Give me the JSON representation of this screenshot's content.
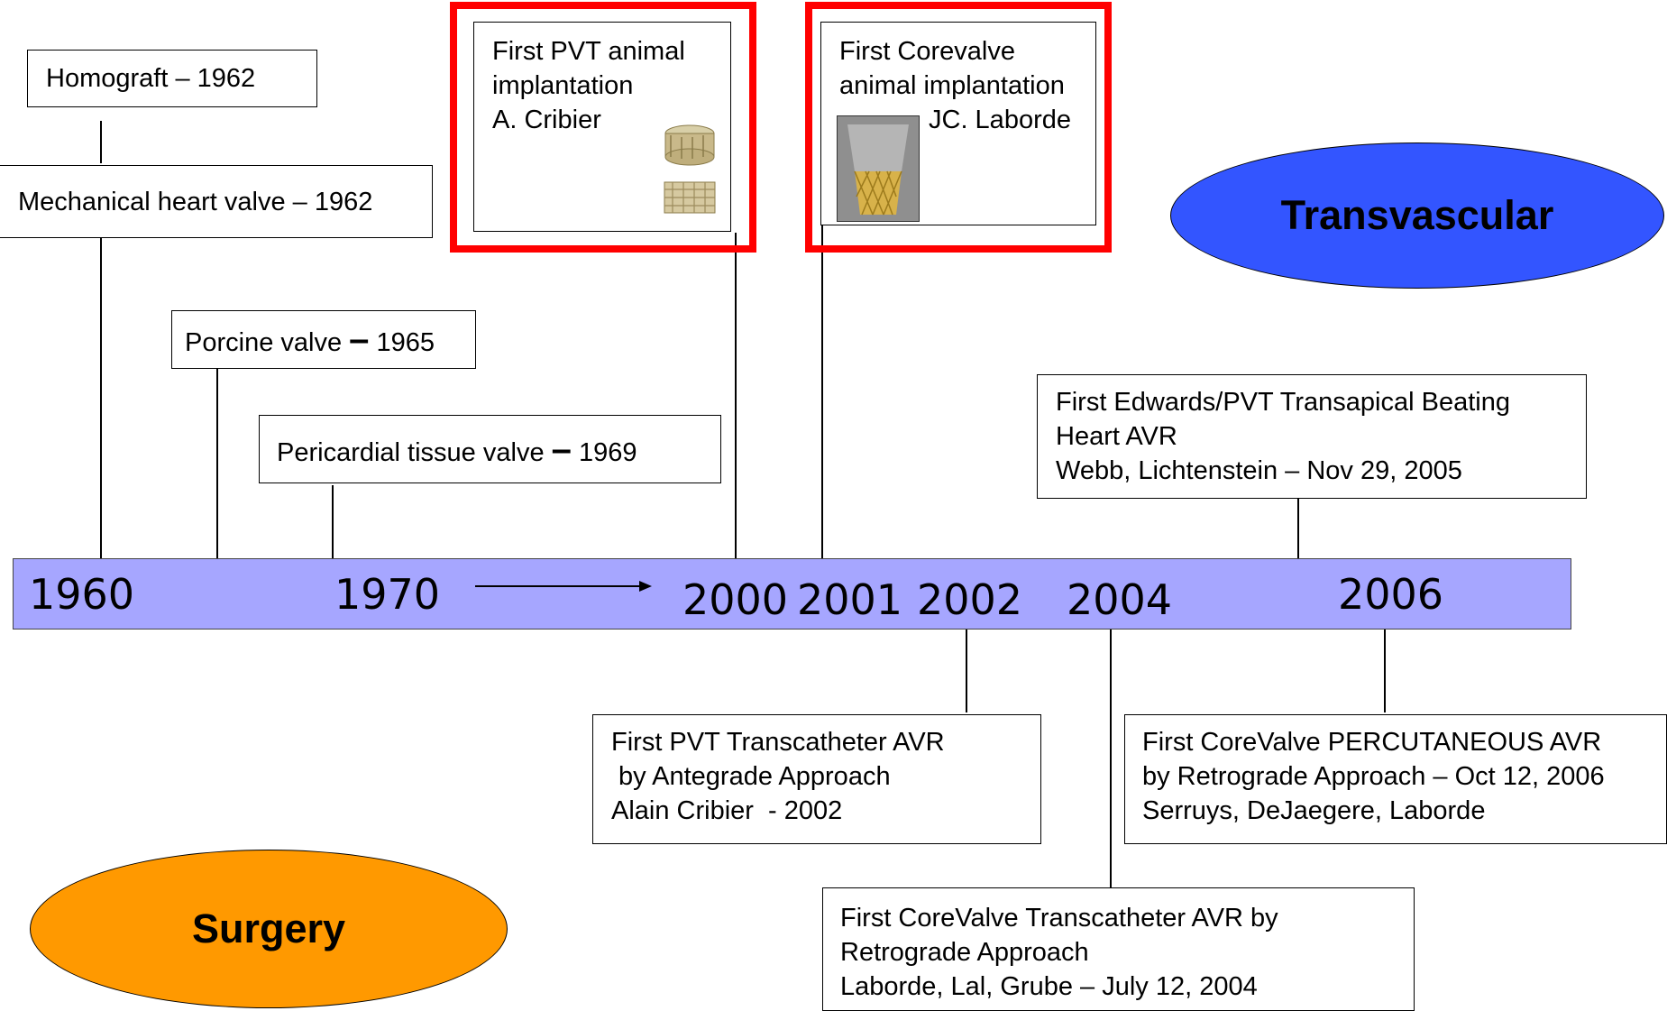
{
  "boxes": {
    "homograft": [
      "Homograft – 1962"
    ],
    "mechanical": [
      "Mechanical heart valve – 1962"
    ],
    "porcine": {
      "name": "Porcine valve",
      "dash": "–",
      "year": "1965"
    },
    "pericardial": {
      "name": "Pericardial tissue valve",
      "dash": "–",
      "year": "1969"
    },
    "pvt_animal": [
      "First PVT animal",
      "implantation",
      "A. Cribier"
    ],
    "corevalve_animal": [
      "First Corevalve",
      "animal implantation",
      "JC. Laborde"
    ],
    "edwards": [
      "First Edwards/PVT Transapical Beating",
      "Heart AVR",
      "Webb, Lichtenstein – Nov 29, 2005"
    ],
    "pvt_transcatheter": [
      "First PVT Transcatheter AVR",
      " by Antegrade Approach",
      "Alain Cribier  - 2002"
    ],
    "corevalve_percutaneous": [
      "First CoreValve PERCUTANEOUS AVR",
      "by Retrograde Approach – Oct 12, 2006",
      "Serruys, DeJaegere, Laborde"
    ],
    "corevalve_transcatheter": [
      "First CoreValve Transcatheter AVR by",
      "Retrograde Approach",
      "Laborde, Lal, Grube – July 12, 2004"
    ]
  },
  "timeline": {
    "years": [
      "1960",
      "1970",
      "2000",
      "2001",
      "2002",
      "2004",
      "2006"
    ]
  },
  "ovals": {
    "transvascular": "Transvascular",
    "surgery": "Surgery"
  },
  "colors": {
    "timeline_bar": "#a6a6ff",
    "highlight_frame": "#ff0000",
    "transvascular_oval": "#3355ff",
    "surgery_oval": "#ff9900"
  }
}
